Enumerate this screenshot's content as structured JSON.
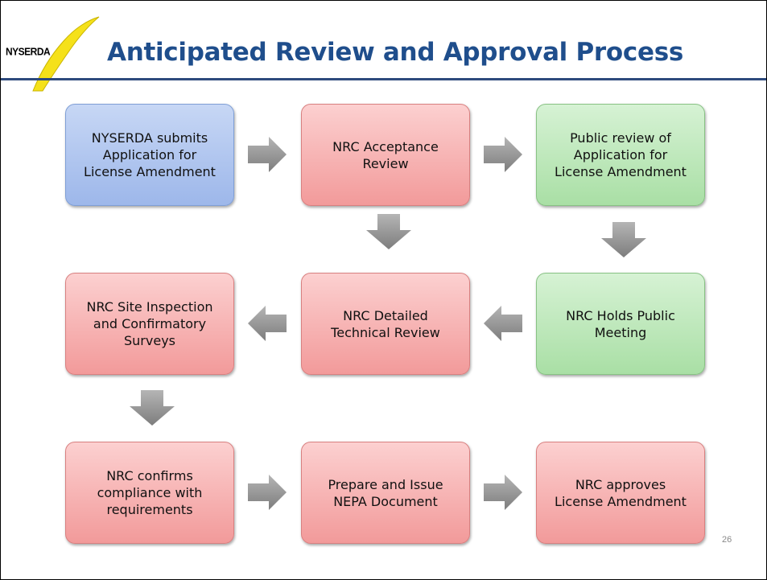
{
  "header": {
    "logo_text": "NYSERDA",
    "title": "Anticipated Review and Approval Process"
  },
  "flow": {
    "row1": [
      {
        "label": "NYSERDA submits\nApplication for\nLicense Amendment",
        "color": "blue"
      },
      {
        "label": "NRC Acceptance\nReview",
        "color": "red"
      },
      {
        "label": "Public review of\nApplication for\nLicense Amendment",
        "color": "green"
      }
    ],
    "row2": [
      {
        "label": "NRC Site Inspection\nand Confirmatory\nSurveys",
        "color": "red"
      },
      {
        "label": "NRC Detailed\nTechnical Review",
        "color": "red"
      },
      {
        "label": "NRC Holds Public\nMeeting",
        "color": "green"
      }
    ],
    "row3": [
      {
        "label": "NRC confirms\ncompliance with\nrequirements",
        "color": "red"
      },
      {
        "label": "Prepare and Issue\nNEPA Document",
        "color": "red"
      },
      {
        "label": "NRC approves\nLicense Amendment",
        "color": "red"
      }
    ]
  },
  "colors": {
    "blue": "#9db7ea",
    "red": "#f29a9a",
    "green": "#a9dfa5",
    "title": "#1f4e8c",
    "arrow": "#8c8c8c"
  },
  "footer": {
    "page_number": "26"
  }
}
